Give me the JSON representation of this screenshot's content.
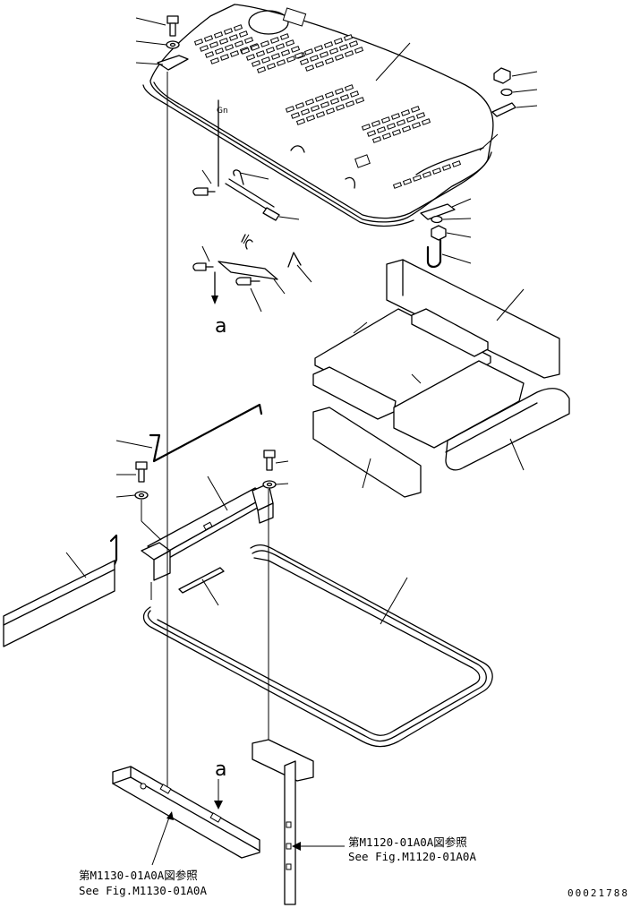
{
  "view_labels": {
    "a_upper": "a",
    "a_lower": "a",
    "gn": "Gn"
  },
  "references": {
    "left_jp": "第M1130-01A0A図参照",
    "left_en": "See Fig.M1130-01A0A",
    "right_jp": "第M1120-01A0A図参照",
    "right_en": "See Fig.M1120-01A0A"
  },
  "drawing_number": "00021788"
}
